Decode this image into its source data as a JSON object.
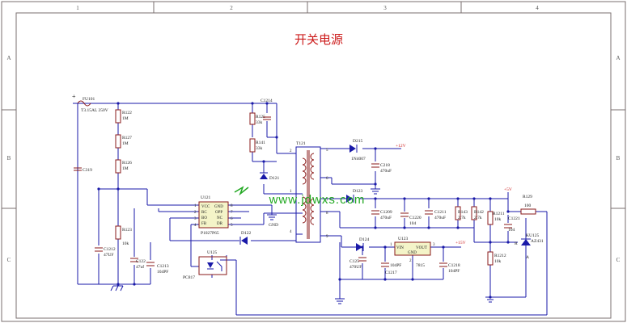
{
  "title": "开关电源",
  "watermark": "www.jdwxs.com",
  "colors": {
    "wire": "#1a1aa8",
    "component": "#8a1a1a",
    "label": "#1a1a1a",
    "title": "#cc1a1a",
    "net_label": "#cc1a1a",
    "watermark": "#22a822",
    "frame": "#7a6f6f",
    "junction": "#1a1aa8"
  },
  "frame": {
    "columns": [
      "1",
      "2",
      "3",
      "4"
    ],
    "rows": [
      "A",
      "B",
      "C"
    ]
  },
  "fuse": {
    "ref": "FU101",
    "value": "T3.15AL 250V"
  },
  "resistors": {
    "R122": {
      "ref": "R122",
      "value": "1M"
    },
    "R127": {
      "ref": "R127",
      "value": "1M"
    },
    "R126": {
      "ref": "R126",
      "value": "1M"
    },
    "R125": {
      "ref": "R125",
      "value": "33k"
    },
    "R141": {
      "ref": "R141",
      "value": "33k"
    },
    "R123": {
      "ref": "R123",
      "value": "10k"
    },
    "R143": {
      "ref": "R143",
      "value": "2.7k"
    },
    "R142": {
      "ref": "R142",
      "value": "2.7k"
    },
    "R1211": {
      "ref": "R1211",
      "value": "10k"
    },
    "R1212": {
      "ref": "R1212",
      "value": "10k"
    },
    "R129": {
      "ref": "R129",
      "value": "100"
    }
  },
  "capacitors": {
    "C319": {
      "ref": "C319",
      "value": ""
    },
    "C1214": {
      "ref": "C1214",
      "value": ""
    },
    "C1212": {
      "ref": "C1212",
      "value": "47UF"
    },
    "C122": {
      "ref": "C122",
      "value": "47uf"
    },
    "C1213": {
      "ref": "C1213",
      "value": "104PF"
    },
    "C218": {
      "ref": "C218",
      "value": "470uF"
    },
    "C1209": {
      "ref": "C1209",
      "value": "470uF"
    },
    "C1220": {
      "ref": "C1220",
      "value": "104"
    },
    "C1211": {
      "ref": "C1211",
      "value": "470uF"
    },
    "C1221": {
      "ref": "C1221",
      "value": "104"
    },
    "C125": {
      "ref": "C125",
      "value": "470UF"
    },
    "C1217": {
      "ref": "C1217",
      "value": "104PF"
    },
    "C1218": {
      "ref": "C1218",
      "value": "104PF"
    }
  },
  "diodes": {
    "D215": {
      "ref": "D215",
      "value": "1N4007"
    },
    "D121": {
      "ref": "D121",
      "value": ""
    },
    "D123": {
      "ref": "D123",
      "value": ""
    },
    "D122": {
      "ref": "D122",
      "value": ""
    },
    "D124": {
      "ref": "D124",
      "value": ""
    }
  },
  "ic_u121": {
    "ref": "U121",
    "part": "P1027P65",
    "left_pins": [
      "1",
      "2",
      "3",
      "4"
    ],
    "right_pins": [
      "8",
      "7",
      "6",
      "5"
    ],
    "left_labels": [
      "VCC",
      "RC",
      "BO",
      "FB"
    ],
    "right_labels": [
      "GND",
      "OPP",
      "NC",
      "DR"
    ]
  },
  "transformer": {
    "ref": "T121",
    "pins": [
      "2",
      "5",
      "6",
      "1",
      "7",
      "8",
      "4",
      "9"
    ]
  },
  "regulator": {
    "ref": "U123",
    "part": "7815",
    "vin": "VIN",
    "vout": "VOUT",
    "gnd": "GND",
    "pins": [
      "1",
      "2",
      "3"
    ]
  },
  "optocoupler": {
    "ref": "U125",
    "part": "PC817"
  },
  "shunt_ref": {
    "ref": "KU125",
    "part": "AZ431",
    "pin_r": "R",
    "pin_a": "A"
  },
  "net_labels": {
    "plus12v_top": "+12V",
    "plus15v": "+15V",
    "plus5v": "+5V"
  },
  "gnd_label": "GND"
}
